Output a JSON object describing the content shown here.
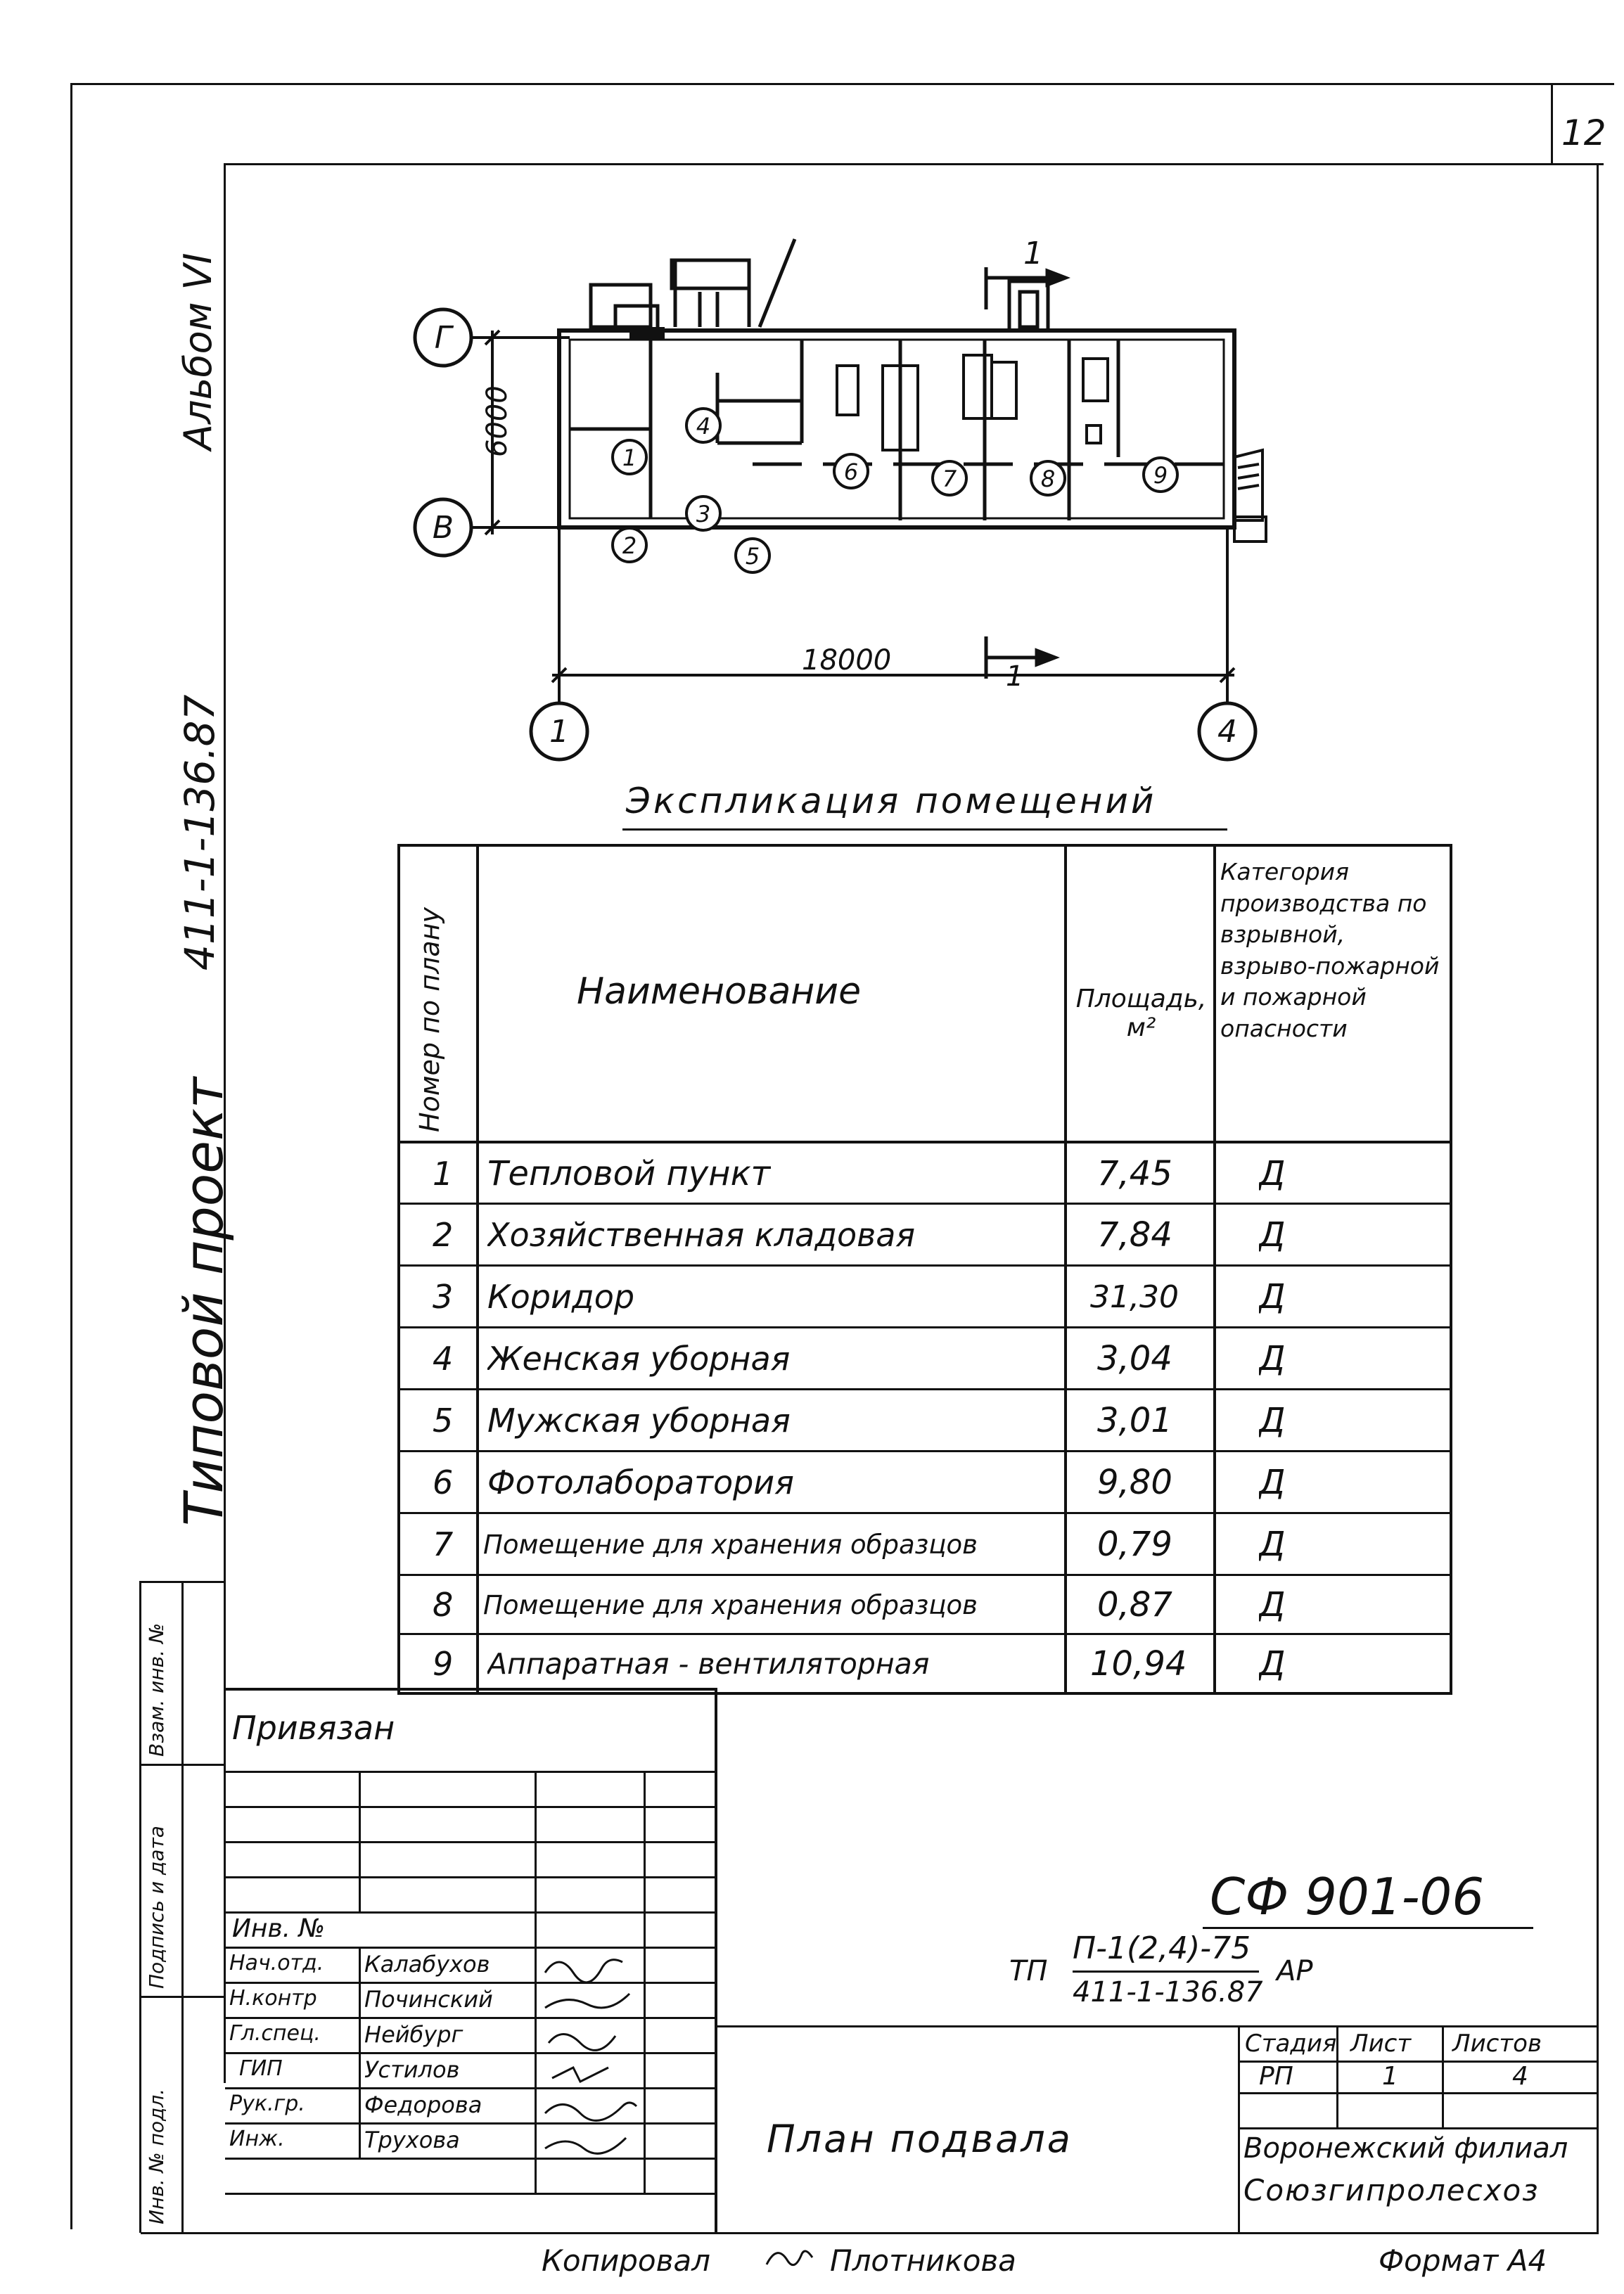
{
  "sheet": {
    "page_number": "12",
    "album": "Альбом VI",
    "project_title": "Типовой проект",
    "project_code": "411-1-136.87",
    "format": "Формат А4",
    "copied_by": "Копировал",
    "copied_name": "Плотникова"
  },
  "plan": {
    "axis_row_top": "Г",
    "axis_row_bottom": "В",
    "axis_col_left": "1",
    "axis_col_right": "4",
    "dim_height": "6000",
    "dim_width": "18000",
    "section_label": "1",
    "rooms": [
      "1",
      "2",
      "3",
      "4",
      "5",
      "6",
      "7",
      "8",
      "9"
    ]
  },
  "explication": {
    "title": "Экспликация помещений",
    "headers": {
      "number": "Номер по плану",
      "name": "Наименование",
      "area": "Площадь, м²",
      "category": "Категория производства по взрывной, взрыво-пожарной и пожарной опасности"
    },
    "rows": [
      {
        "num": "1",
        "name": "Тепловой пункт",
        "area": "7,45",
        "cat": "Д"
      },
      {
        "num": "2",
        "name": "Хозяйственная кладовая",
        "area": "7,84",
        "cat": "Д"
      },
      {
        "num": "3",
        "name": "Коридор",
        "area": "31,30",
        "cat": "Д"
      },
      {
        "num": "4",
        "name": "Женская уборная",
        "area": "3,04",
        "cat": "Д"
      },
      {
        "num": "5",
        "name": "Мужская уборная",
        "area": "3,01",
        "cat": "Д"
      },
      {
        "num": "6",
        "name": "Фотолаборатория",
        "area": "9,80",
        "cat": "Д"
      },
      {
        "num": "7",
        "name": "Помещение для хранения образцов",
        "area": "0,79",
        "cat": "Д"
      },
      {
        "num": "8",
        "name": "Помещение для хранения образцов",
        "area": "0,87",
        "cat": "Д"
      },
      {
        "num": "9",
        "name": "Аппаратная - вентиляторная",
        "area": "10,94",
        "cat": "Д"
      }
    ]
  },
  "stamp": {
    "bound": "Привязан",
    "inv_no": "Инв. №",
    "doc_code": "СФ 901-06",
    "tp_prefix": "ТП",
    "tp_top": "П-1(2,4)-75",
    "tp_bottom": "411-1-136.87",
    "tp_suffix": "АР",
    "sheet_name": "План подвала",
    "stage_header": "Стадия",
    "sheet_header": "Лист",
    "sheets_header": "Листов",
    "stage": "РП",
    "sheet": "1",
    "sheets": "4",
    "org_line1": "Воронежский филиал",
    "org_line2": "Союзгипролесхоз",
    "signers": [
      {
        "role": "Нач.отд.",
        "name": "Калабухов"
      },
      {
        "role": "Н.контр",
        "name": "Починский"
      },
      {
        "role": "Гл.спец.",
        "name": "Нейбург"
      },
      {
        "role": "ГИП",
        "name": "Устилов"
      },
      {
        "role": "Рук.гр.",
        "name": "Федорова"
      },
      {
        "role": "Инж.",
        "name": "Трухова"
      }
    ]
  },
  "side_stamp": {
    "col1": "Инв. № подл.",
    "col2": "Подпись и дата",
    "col3": "Взам. инв. №"
  }
}
